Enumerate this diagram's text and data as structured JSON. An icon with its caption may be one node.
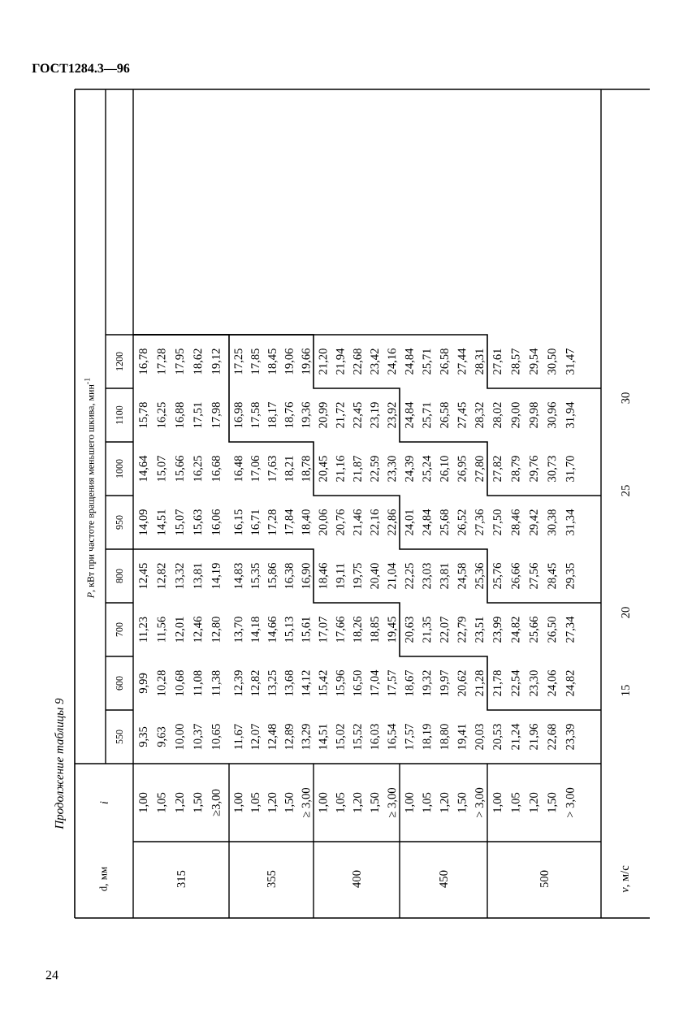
{
  "diagram": {
    "labels": [
      "ГОСТ1284.3—96",
      "Продолжение таблицы 9",
      "d, мм",
      "i",
      "*P*, кВт при частоте вращения меньшего шкива, мин$^{-1}$",
      "550",
      "600",
      "700",
      "800",
      "950",
      "1000",
      "1100",
      "1200",
      "315",
      "1,00",
      "9,35",
      "9,99",
      "11,23",
      "12,45",
      "14,09",
      "14,64",
      "15,78",
      "16,78",
      "1,05",
      "9,63",
      "10,28",
      "11,56",
      "12,82",
      "14,51",
      "15,07",
      "16,25",
      "17,28",
      "1,20",
      "10,00",
      "10,68",
      "12,01",
      "13,32",
      "15,07",
      "15,66",
      "16,88",
      "17,95",
      "1,50",
      "10,37",
      "11,08",
      "12,46",
      "13,81",
      "15,63",
      "16,25",
      "17,51",
      "18,62",
      "≥3,00",
      "10,65",
      "11,38",
      "12,80",
      "14,19",
      "16,06",
      "16,68",
      "17,98",
      "19,12",
      "355",
      "1,00",
      "11,67",
      "12,39",
      "13,70",
      "14,83",
      "16,15",
      "16,48",
      "16,98",
      "17,25",
      "1,05",
      "12,07",
      "12,82",
      "14,18",
      "15,35",
      "16,71",
      "17,06",
      "17,58",
      "17,85",
      "1,20",
      "12,48",
      "13,25",
      "14,66",
      "15,86",
      "17,28",
      "17,63",
      "18,17",
      "18,45",
      "1,50",
      "12,89",
      "13,68",
      "15,13",
      "16,38",
      "17,84",
      "18,21",
      "18,76",
      "19,06",
      "≥ 3,00",
      "13,29",
      "14,12",
      "15,61",
      "16,90",
      "18,40",
      "18,78",
      "19,36",
      "19,66",
      "400",
      "1,00",
      "14,51",
      "15,42",
      "17,07",
      "18,46",
      "20,06",
      "20,45",
      "20,99",
      "21,20",
      "1,05",
      "15,02",
      "15,96",
      "17,66",
      "19,11",
      "20,76",
      "21,16",
      "21,72",
      "21,94",
      "1,20",
      "15,52",
      "16,50",
      "18,26",
      "19,75",
      "21,46",
      "21,87",
      "22,45",
      "22,68",
      "1,50",
      "16,03",
      "17,04",
      "18,85",
      "20,40",
      "22,16",
      "22,59",
      "23,19",
      "23,42",
      "≥ 3,00",
      "16,54",
      "17,57",
      "19,45",
      "21,04",
      "22,86",
      "23,30",
      "23,92",
      "24,16",
      "450",
      "1,00",
      "17,57",
      "18,67",
      "20,63",
      "22,25",
      "24,01",
      "24,39",
      "24,84",
      "24,84",
      "1,05",
      "18,19",
      "19,32",
      "21,35",
      "23,03",
      "24,84",
      "25,24",
      "25,71",
      "25,71",
      "1,20",
      "18,80",
      "19,97",
      "22,07",
      "23,81",
      "25,68",
      "26,10",
      "26,58",
      "26,58",
      "1,50",
      "19,41",
      "20,62",
      "22,79",
      "24,58",
      "26,52",
      "26,95",
      "27,45",
      "27,44",
      "> 3,00",
      "20,03",
      "21,28",
      "23,51",
      "25,36",
      "27,36",
      "27,80",
      "28,32",
      "28,31",
      "500",
      "1,00",
      "20,53",
      "21,78",
      "23,99",
      "25,76",
      "27,50",
      "27,82",
      "28,02",
      "27,61",
      "1,05",
      "21,24",
      "22,54",
      "24,82",
      "26,66",
      "28,46",
      "28,79",
      "29,00",
      "28,57",
      "1,20",
      "21,96",
      "23,30",
      "25,66",
      "27,56",
      "29,42",
      "29,76",
      "29,98",
      "29,54",
      "1,50",
      "22,68",
      "24,06",
      "26,50",
      "28,45",
      "30,38",
      "30,73",
      "30,96",
      "30,50",
      "> 3,00",
      "23,39",
      "24,82",
      "27,34",
      "29,35",
      "31,34",
      "31,70",
      "31,94",
      "31,47",
      "*v*, м/с",
      "15",
      "20",
      "25",
      "30",
      "24"
    ]
  }
}
